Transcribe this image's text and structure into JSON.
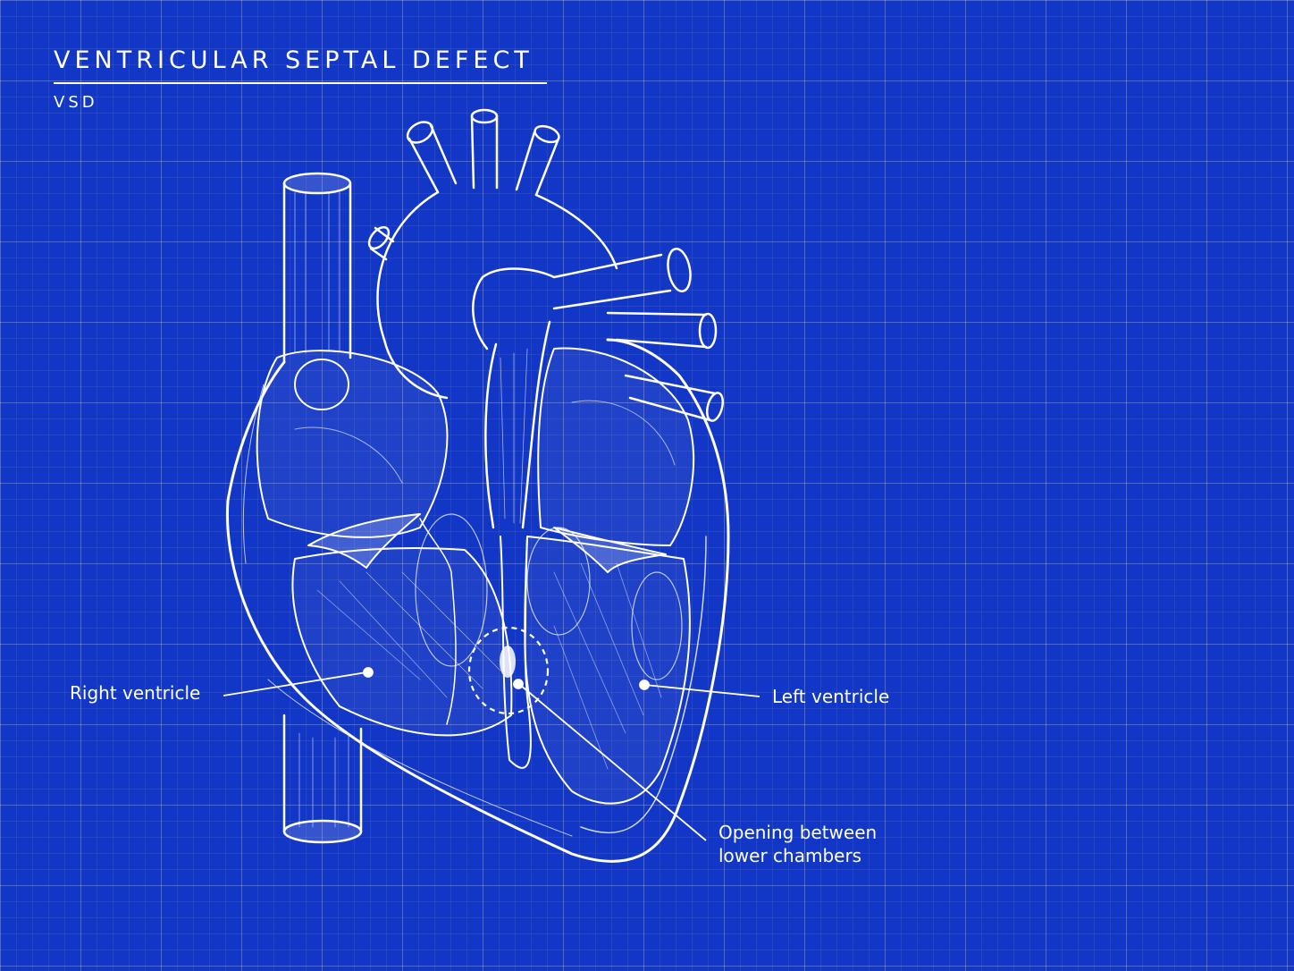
{
  "header": {
    "title": "VENTRICULAR SEPTAL DEFECT",
    "subtitle": "VSD"
  },
  "labels": {
    "right_ventricle": "Right ventricle",
    "left_ventricle": "Left ventricle",
    "opening_line1": "Opening between",
    "opening_line2": "lower chambers"
  },
  "colors": {
    "background": "#1237c6",
    "line": "#ffffff"
  }
}
